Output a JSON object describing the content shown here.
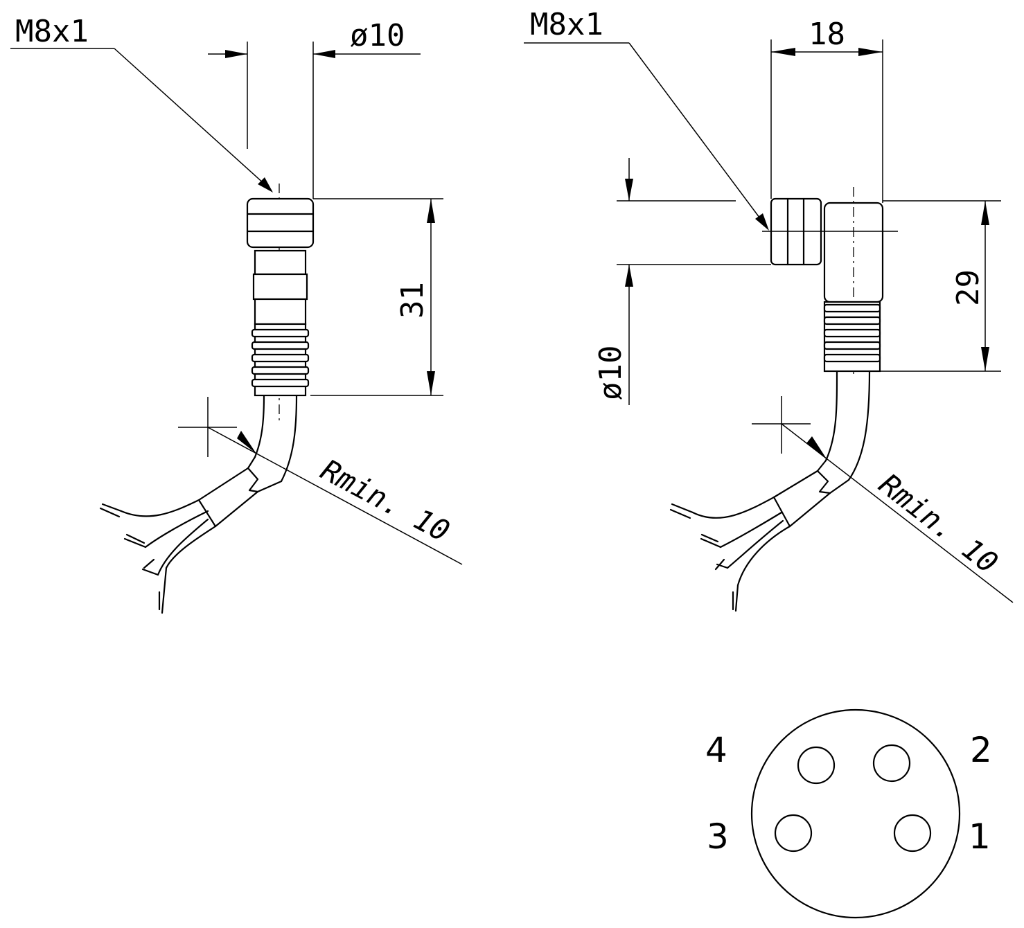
{
  "straight": {
    "thread": "M8x1",
    "diameter": "ø10",
    "length": "31",
    "radius": "Rmin. 10"
  },
  "angled": {
    "thread": "M8x1",
    "width": "18",
    "height": "29",
    "diameter": "ø10",
    "radius": "Rmin. 10"
  },
  "pinout": {
    "pins": [
      "1",
      "2",
      "3",
      "4"
    ]
  }
}
